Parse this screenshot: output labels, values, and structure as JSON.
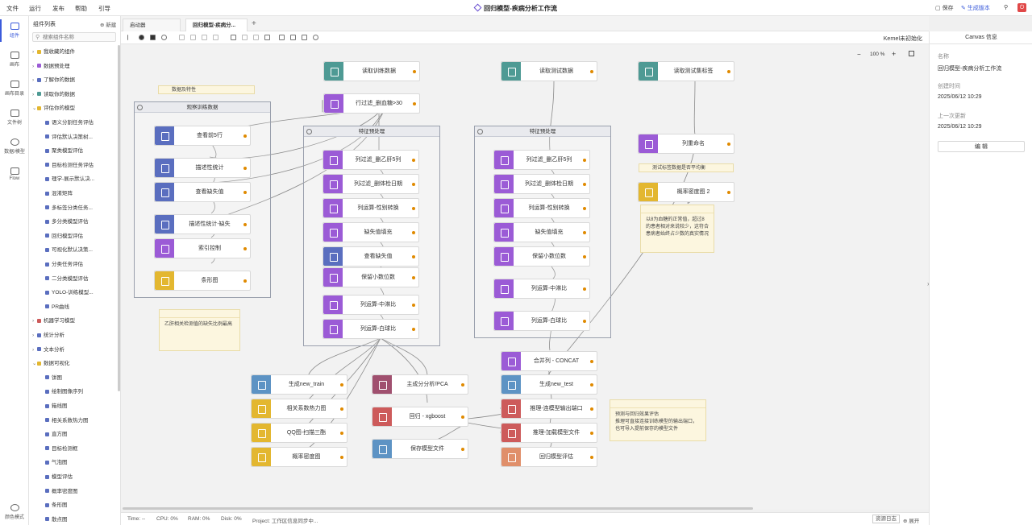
{
  "menu": [
    "文件",
    "运行",
    "发布",
    "帮助",
    "引导"
  ],
  "title": "回归模型-疾病分析工作流",
  "top_actions": {
    "save": "保存",
    "publish": "生成版本"
  },
  "rail": [
    {
      "label": "组件"
    },
    {
      "label": "画布"
    },
    {
      "label": "画布目录"
    },
    {
      "label": "文件树"
    },
    {
      "label": "数据/模型"
    },
    {
      "label": "Flow"
    },
    {
      "label": "颜色模式"
    }
  ],
  "components": {
    "header": "组件列表",
    "new_label": "新建",
    "search_placeholder": "搜索组件名称",
    "items": [
      "我收藏的组件",
      "数据预处理",
      "了解你的数据",
      "读取你的数据",
      "评估你的模型",
      "语义分割任务评估",
      "评估默认决策树...",
      "聚类模型评估",
      "目标检测任务评估",
      "理学-展示默认决...",
      "混淆矩阵",
      "多标签分类任务...",
      "多分类模型评估",
      "回归模型评估",
      "可视化默认决策...",
      "分类任务评估",
      "二分类模型评估",
      "YOLO-训练模型...",
      "PR曲线",
      "机器学习模型",
      "统计分析",
      "文本分析",
      "数据可视化",
      "饼图",
      "绘制图像序列",
      "箱线图",
      "相关系数热力图",
      "直方图",
      "目标检测框",
      "气泡图",
      "模型评估",
      "概率密度图",
      "条形图",
      "散点图"
    ]
  },
  "tabs": {
    "start": "启动器",
    "active": "回归模型-疾病分..."
  },
  "kernel": "Kernel未初始化",
  "zoom": "100 %",
  "groups": {
    "g1": "观察训练数据",
    "g2": "特征预处理",
    "g3": "特征预处理"
  },
  "labels": {
    "l1": "数据及特性",
    "l2": "测试标签数据是否平均衡"
  },
  "notes": {
    "n1": "乙肝相关检测值的缺失比例最高",
    "n2": "以8为血糖的正常值，超过8的患者相对来说较少，这符合患病者始终占少数的真实情况",
    "n3": "预测与回归效果评估\n推理可直接连接训练模型的输出端口，也可导入提前保存的模型文件"
  },
  "nodes": {
    "a1": "读取训练数据",
    "a2": "行过滤_删血糖>30",
    "a3": "读取测试数据",
    "a4": "读取测试集标签",
    "a5": "列重命名",
    "a6": "概率密度图 2",
    "b1": "查看前5行",
    "b2": "描述性统计",
    "b3": "查看缺失值",
    "b4": "描述性统计-缺失",
    "b5": "索引控制",
    "b6": "条形图",
    "c1": "列过滤_删乙肝5列",
    "c2": "列过滤_删体检日期",
    "c3": "列运算-性别转换",
    "c4": "缺失值填充",
    "c5": "查看缺失值",
    "c6": "保留小数位数",
    "c7": "列运算-中淋比",
    "c8": "列运算-白球比",
    "d1": "列过滤_删乙肝5列",
    "d2": "列过滤_删体检日期",
    "d3": "列运算-性别转换",
    "d4": "缺失值填充",
    "d5": "保留小数位数",
    "d6": "列运算-中淋比",
    "d7": "列运算-白球比",
    "e1": "生成new_train",
    "e2": "相关系数热力图",
    "e3": "QQ图-扫描三酯",
    "e4": "概率密度图",
    "f1": "主成分分析/PCA",
    "f2": "回归 - xgboost",
    "f3": "保存模型文件",
    "g1": "合并列 - CONCAT",
    "g2": "生成new_test",
    "g3": "推理-连模型输出端口",
    "g4": "推理-加载模型文件",
    "g5": "回归模型评估"
  },
  "right": {
    "header": "Canvas 信息",
    "name_k": "名称",
    "name_v": "回归模型-疾病分析工作流",
    "ct_k": "创建时间",
    "ct_v": "2025/06/12 10:29",
    "ut_k": "上一次更新",
    "ut_v": "2025/06/12 10:29",
    "edit": "编 辑"
  },
  "status": {
    "time": "Time:  --",
    "cpu": "CPU:  0%",
    "ram": "RAM:  0%",
    "disk": "Disk:  0%",
    "project": "Project:  工作区信息同步中...",
    "log": "资源日志",
    "expand": "展开"
  },
  "colors": {
    "teal": "#4e9a94",
    "purple": "#9b5bd6",
    "blue": "#5a6ebf",
    "yellow": "#e3b730",
    "red": "#cd5b5b",
    "salmon": "#e08f6a",
    "steel": "#5d93c4",
    "brown": "#a0506f"
  }
}
